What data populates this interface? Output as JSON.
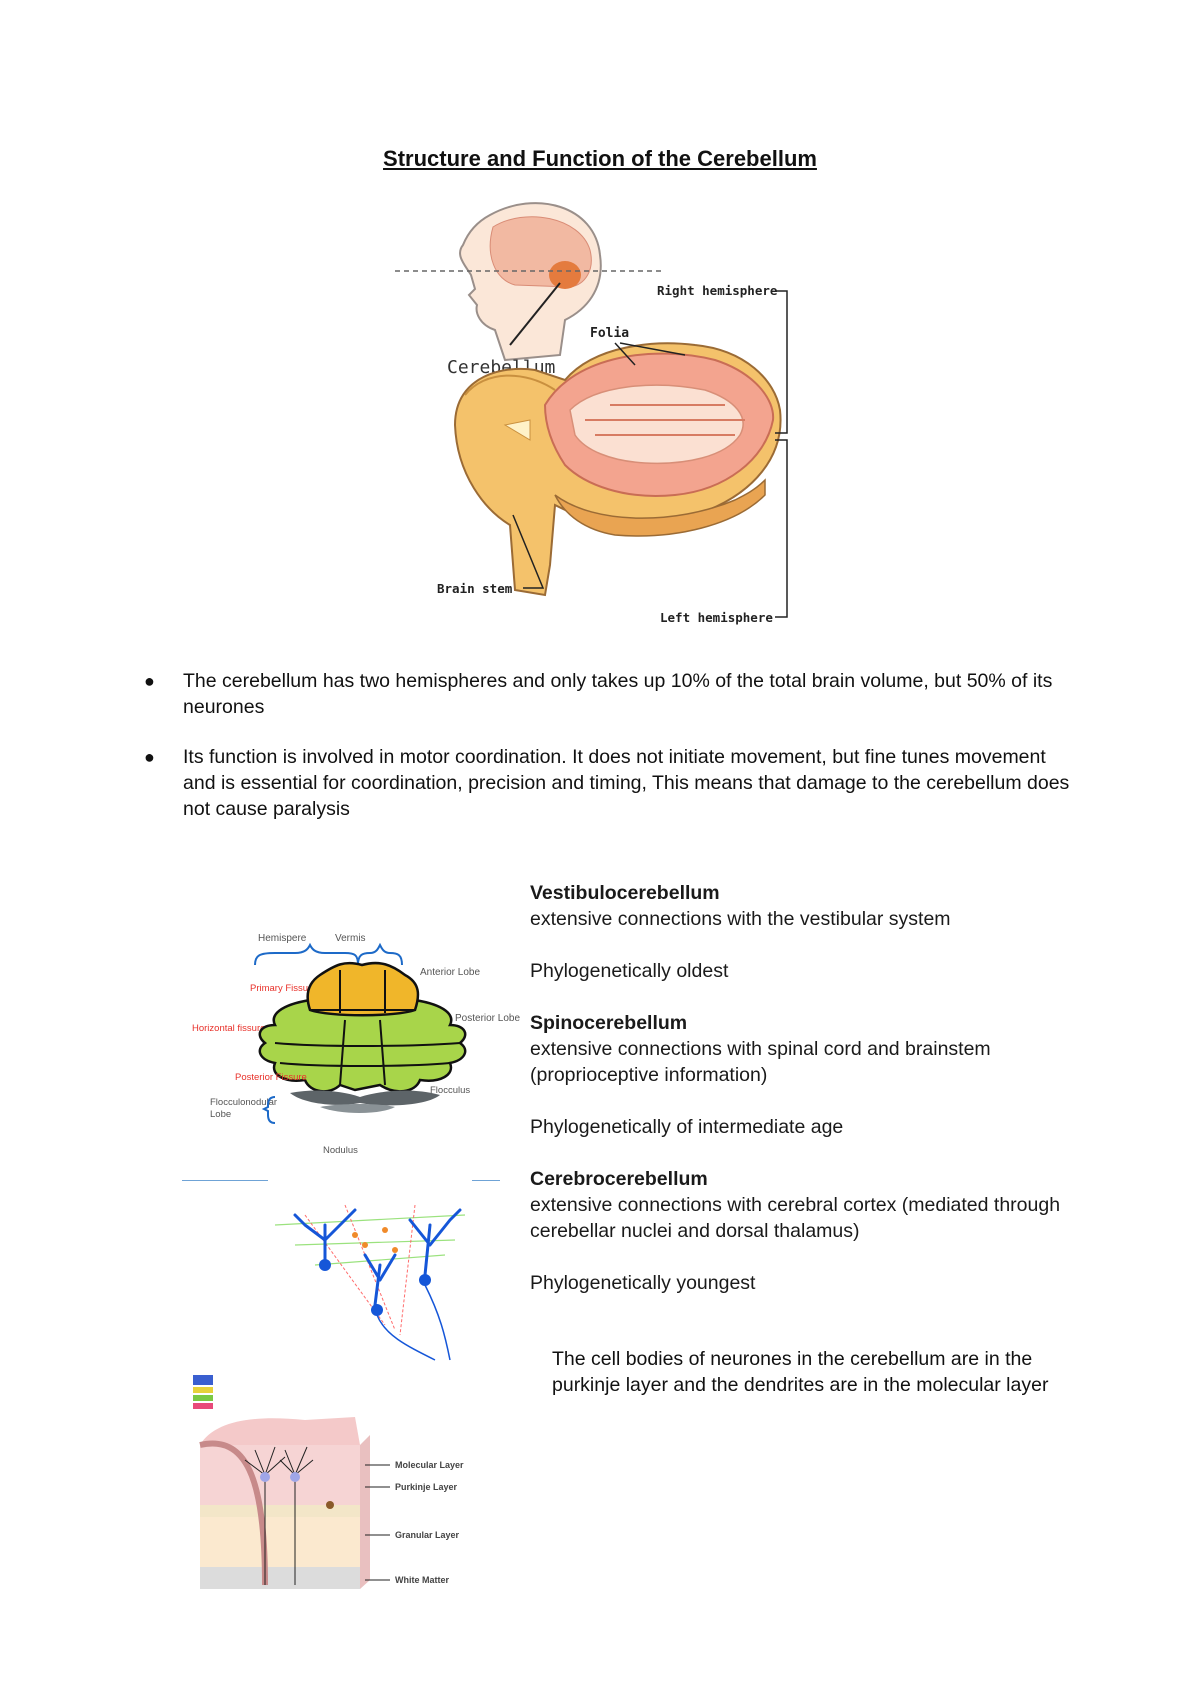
{
  "title": "Structure and Function of the Cerebellum",
  "figure1": {
    "labels": {
      "cerebellum": "Cerebellum",
      "folia": "Folia",
      "right_hemisphere": "Right hemisphere",
      "brain_stem": "Brain stem",
      "left_hemisphere": "Left hemisphere"
    }
  },
  "bullets": [
    "The cerebellum has two hemispheres and only takes up 10% of the total brain volume, but 50% of its neurones",
    "Its function is involved in motor coordination. It does not initiate movement, but fine tunes movement and is essential for coordination, precision and timing, This means that damage to the cerebellum does not cause paralysis"
  ],
  "figure2": {
    "labels": {
      "hemisphere": "Hemispere",
      "vermis": "Vermis",
      "anterior_lobe": "Anterior Lobe",
      "primary_fissure": "Primary Fissure",
      "posterior_lobe": "Posterior Lobe",
      "horizontal_fissure": "Horizontal fissure",
      "posterior_fissure": "Posterior Fissure",
      "flocculus": "Flocculus",
      "flocculonodular": "Flocculonodular",
      "lobe": "Lobe",
      "nodulus": "Nodulus"
    },
    "colors": {
      "anterior": "#f0b62a",
      "posterior": "#a8d54a",
      "flocculonodular": "#5d6468",
      "red_label": "#e8312a",
      "brace": "#1d6ac8"
    }
  },
  "figure3": {
    "labels": {
      "molecular": "Molecular Layer",
      "purkinje": "Purkinje Layer",
      "granular": "Granular Layer",
      "white_matter": "White Matter"
    }
  },
  "divisions": [
    {
      "name": "Vestibulocerebellum",
      "desc": "extensive connections with the vestibular system",
      "age": "Phylogenetically oldest"
    },
    {
      "name": "Spinocerebellum",
      "desc": "extensive connections with spinal cord and brainstem (proprioceptive information)",
      "age": "Phylogenetically of intermediate age"
    },
    {
      "name": "Cerebrocerebellum",
      "desc": "extensive connections with cerebral cortex (mediated through cerebellar nuclei and dorsal thalamus)",
      "age": "Phylogenetically youngest"
    }
  ],
  "note": "The cell bodies of neurones in the cerebellum are in the purkinje layer and the dendrites are in the molecular layer"
}
